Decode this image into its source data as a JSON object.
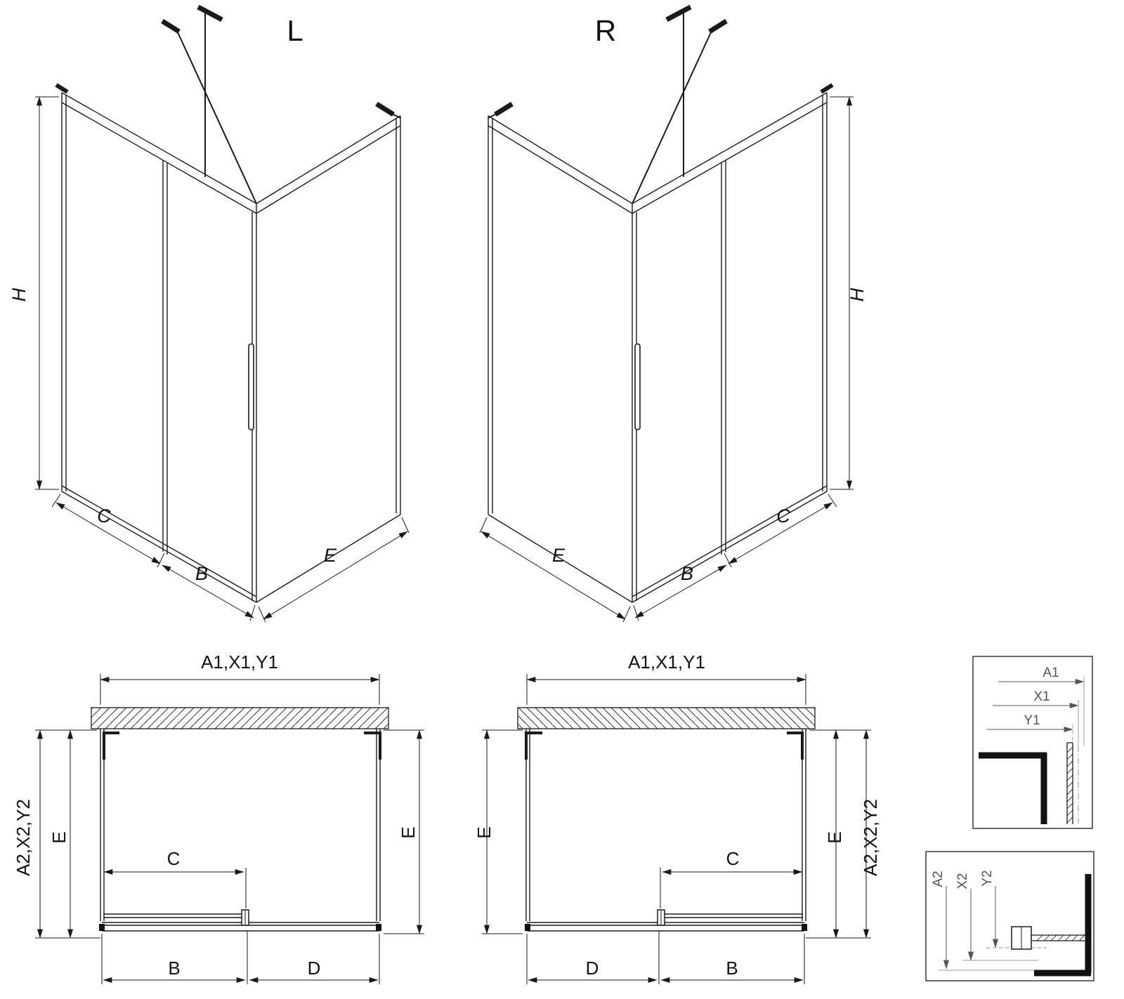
{
  "colors": {
    "background": "#ffffff",
    "line": "#1a1a1a",
    "detail_gray": "#555555"
  },
  "iso_left": {
    "title": "L",
    "dim_h": "H",
    "dim_c": "C",
    "dim_b": "B",
    "dim_e": "E"
  },
  "iso_right": {
    "title": "R",
    "dim_h": "H",
    "dim_c": "C",
    "dim_b": "B",
    "dim_e": "E"
  },
  "plan_left": {
    "dim_width": "A1,X1,Y1",
    "dim_depth": "A2,X2,Y2",
    "dim_e_left": "E",
    "dim_e_right": "E",
    "dim_c": "C",
    "dim_b": "B",
    "dim_d": "D"
  },
  "plan_right": {
    "dim_width": "A1,X1,Y1",
    "dim_depth": "A2,X2,Y2",
    "dim_e_left": "E",
    "dim_e_right": "E",
    "dim_c": "C",
    "dim_b": "B",
    "dim_d": "D"
  },
  "detail_top": {
    "dim_a1": "A1",
    "dim_x1": "X1",
    "dim_y1": "Y1"
  },
  "detail_bottom": {
    "dim_a2": "A2",
    "dim_x2": "X2",
    "dim_y2": "Y2"
  }
}
